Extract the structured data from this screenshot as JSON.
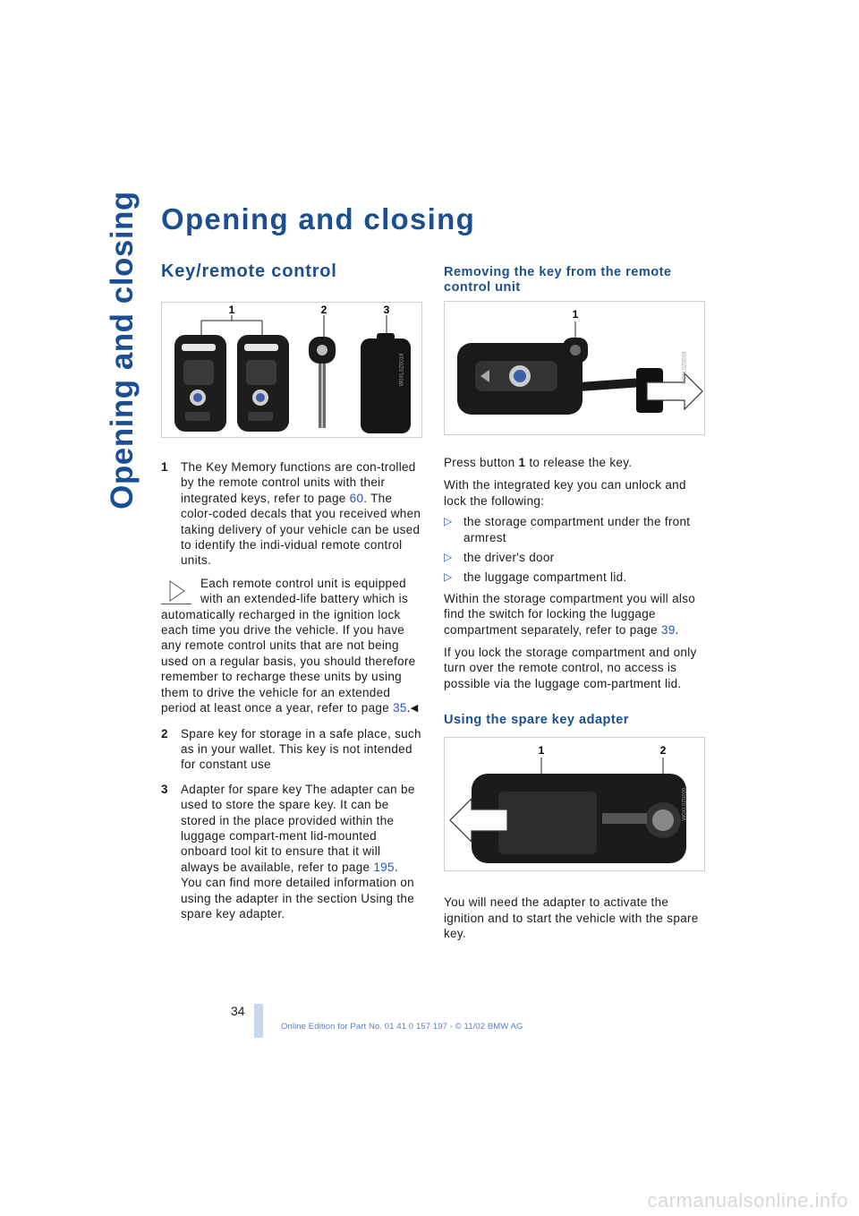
{
  "side_tab": "Opening and closing",
  "page_title": "Opening and closing",
  "left": {
    "section_title": "Key/remote control",
    "figure": {
      "callouts": [
        "1",
        "2",
        "3"
      ],
      "code": "W0XL0Z0018"
    },
    "items": [
      {
        "num": "1",
        "text_a": "The Key Memory functions are con-trolled by the remote control units with their integrated keys, refer to page ",
        "link": "60",
        "text_b": ". The color-coded decals that you received when taking delivery of your vehicle can be used to identify the indi-vidual remote control units."
      },
      {
        "num": "2",
        "text": "Spare key for storage in a safe place, such as in your wallet. This key is not intended for constant use"
      },
      {
        "num": "3",
        "text_a": "Adapter for spare key The adapter can be used to store the spare key. It can be stored in the place provided within the luggage compart-ment lid-mounted onboard tool kit to ensure that it will always be available, refer to page ",
        "link": "195",
        "text_b": ". You can find more detailed information on using the adapter in the section Using the spare key adapter."
      }
    ],
    "note": {
      "text_a": "Each remote control unit is equipped with an extended-life battery which is automatically recharged in the ignition lock each time you drive the vehicle. If you have any remote control units that are not being used on a regular basis, you should therefore remember to recharge these units by using them to drive the vehicle for an extended period at least once a year, refer to page ",
      "link": "35",
      "text_b": ".",
      "end_mark": "◀"
    }
  },
  "right": {
    "removing": {
      "title": "Removing the key from the remote control unit",
      "figure": {
        "callouts": [
          "1"
        ],
        "code": "W0XL0Z0019"
      },
      "p1_a": "Press button ",
      "p1_bold": "1",
      "p1_b": " to release the key.",
      "p2": "With the integrated key you can unlock and lock the following:",
      "bullets": [
        "the storage compartment under the front armrest",
        "the driver's door",
        "the luggage compartment lid."
      ],
      "p3_a": "Within the storage compartment you will also find the switch for locking the luggage compartment separately, refer to page ",
      "p3_link": "39",
      "p3_b": ".",
      "p4": "If you lock the storage compartment and only turn over the remote control, no access is possible via the luggage com-partment lid."
    },
    "adapter": {
      "title": "Using the spare key adapter",
      "figure": {
        "callouts": [
          "1",
          "2"
        ],
        "code": "W0XL0Z0020"
      },
      "p1": "You will need the adapter to activate the ignition and to start the vehicle with the spare key."
    }
  },
  "footer": {
    "page_number": "34",
    "edition": "Online Edition for Part No. 01 41 0 157 197 - © 11/02 BMW AG"
  },
  "watermark": "carmanualsonline.info"
}
